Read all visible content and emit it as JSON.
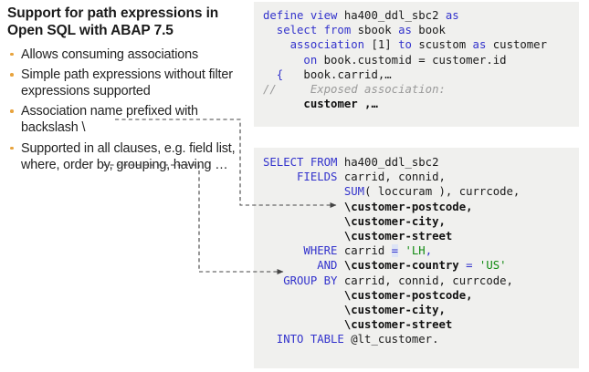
{
  "slide": {
    "title": "Support for path expressions in Open SQL with ABAP 7.5",
    "bullet_color": "#E8A33D",
    "bullets": [
      "Allows consuming associations",
      "Simple path expressions without filter expressions supported",
      "Association name prefixed with backslash \\",
      "Supported in all clauses, e.g. field list, where, order by, grouping, having …"
    ]
  },
  "code_blocks": {
    "ddl_view": {
      "name": "cds-ddl-source",
      "background": "#F0F0EE",
      "lines": [
        [
          {
            "t": "define view ",
            "c": "kw"
          },
          {
            "t": "ha400_ddl_sbc2 ",
            "c": "id"
          },
          {
            "t": "as",
            "c": "kw"
          }
        ],
        [
          {
            "t": "  select from ",
            "c": "kw"
          },
          {
            "t": "sbook ",
            "c": "id"
          },
          {
            "t": "as ",
            "c": "kw"
          },
          {
            "t": "book",
            "c": "id"
          }
        ],
        [
          {
            "t": "    association ",
            "c": "kw"
          },
          {
            "t": "[1] ",
            "c": "id"
          },
          {
            "t": "to ",
            "c": "kw"
          },
          {
            "t": "scustom ",
            "c": "id"
          },
          {
            "t": "as ",
            "c": "kw"
          },
          {
            "t": "customer",
            "c": "id"
          }
        ],
        [
          {
            "t": "      on ",
            "c": "kw"
          },
          {
            "t": "book.customid = customer.id",
            "c": "id"
          }
        ],
        [
          {
            "t": "  {",
            "c": "brc"
          },
          {
            "t": "   book.carrid,…",
            "c": "id"
          }
        ],
        [
          {
            "t": "//",
            "c": "cmt"
          },
          {
            "t": "     Exposed association:",
            "c": "cmt"
          }
        ],
        [
          {
            "t": "      ",
            "c": "id"
          },
          {
            "t": "customer ,…",
            "c": "bld"
          }
        ]
      ]
    },
    "open_sql": {
      "name": "open-sql-select",
      "background": "#F0F0EE",
      "lines": [
        [
          {
            "t": "SELECT FROM ",
            "c": "kw"
          },
          {
            "t": "ha400_ddl_sbc2",
            "c": "id"
          }
        ],
        [
          {
            "t": "     FIELDS ",
            "c": "kw"
          },
          {
            "t": "carrid, connid,",
            "c": "id"
          }
        ],
        [
          {
            "t": "            ",
            "c": "id"
          },
          {
            "t": "SUM",
            "c": "kw"
          },
          {
            "t": "( loccuram ), currcode,",
            "c": "id"
          }
        ],
        [
          {
            "t": "            ",
            "c": "id"
          },
          {
            "t": "\\customer-postcode,",
            "c": "bld"
          }
        ],
        [
          {
            "t": "            ",
            "c": "id"
          },
          {
            "t": "\\customer-city,",
            "c": "bld"
          }
        ],
        [
          {
            "t": "            ",
            "c": "id"
          },
          {
            "t": "\\customer-street",
            "c": "bld"
          }
        ],
        [
          {
            "t": "      WHERE ",
            "c": "kw"
          },
          {
            "t": "carrid ",
            "c": "id"
          },
          {
            "t": "=",
            "c": "kw hl"
          },
          {
            "t": " ",
            "c": "id"
          },
          {
            "t": "'LH",
            "c": "str"
          },
          {
            "t": ",",
            "c": "kw"
          }
        ],
        [
          {
            "t": "        AND ",
            "c": "kw"
          },
          {
            "t": "\\customer-country ",
            "c": "bld"
          },
          {
            "t": "= ",
            "c": "kw"
          },
          {
            "t": "'US'",
            "c": "str"
          }
        ],
        [
          {
            "t": "   GROUP BY ",
            "c": "kw"
          },
          {
            "t": "carrid, connid, currcode,",
            "c": "id"
          }
        ],
        [
          {
            "t": "            ",
            "c": "id"
          },
          {
            "t": "\\customer-postcode,",
            "c": "bld"
          }
        ],
        [
          {
            "t": "            ",
            "c": "id"
          },
          {
            "t": "\\customer-city,",
            "c": "bld"
          }
        ],
        [
          {
            "t": "            ",
            "c": "id"
          },
          {
            "t": "\\customer-street",
            "c": "bld"
          }
        ],
        [
          {
            "t": "  INTO TABLE ",
            "c": "kw"
          },
          {
            "t": "@lt_customer.",
            "c": "id"
          }
        ]
      ]
    }
  },
  "connectors": {
    "color": "#444444",
    "items": [
      {
        "name": "connector-backslash-to-fields",
        "from": "backslash-bullet",
        "to": "fields-path-expression"
      },
      {
        "name": "connector-clauses-to-where",
        "from": "clauses-bullet",
        "to": "where-path-expression"
      }
    ]
  }
}
